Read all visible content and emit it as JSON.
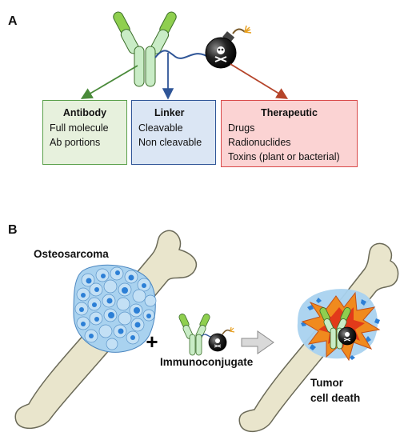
{
  "panel_a": {
    "label": "A",
    "antibody_box": {
      "title": "Antibody",
      "lines": [
        "Full molecule",
        "Ab portions"
      ]
    },
    "linker_box": {
      "title": "Linker",
      "lines": [
        "Cleavable",
        "Non cleavable"
      ]
    },
    "therapeutic_box": {
      "title": "Therapeutic",
      "lines": [
        "Drugs",
        "Radionuclides",
        "Toxins (plant or bacterial)"
      ]
    }
  },
  "panel_b": {
    "label": "B",
    "osteosarcoma_label": "Osteosarcoma",
    "plus_sign": "+",
    "immunoconjugate_label": "Immunoconjugate",
    "outcome_label_line1": "Tumor",
    "outcome_label_line2": "cell death"
  },
  "colors": {
    "antibody_fill": "#c9ecc6",
    "antibody_tip": "#8fcf4f",
    "arrow_green": "#4a8a3a",
    "arrow_blue": "#2f5597",
    "arrow_red": "#b5442a",
    "bone": "#e9e5cc",
    "tumor_cells": "#a9d2ef",
    "nuclei": "#2c7fd6",
    "explosion_orange": "#f08a1e",
    "explosion_red": "#e23a1a"
  }
}
